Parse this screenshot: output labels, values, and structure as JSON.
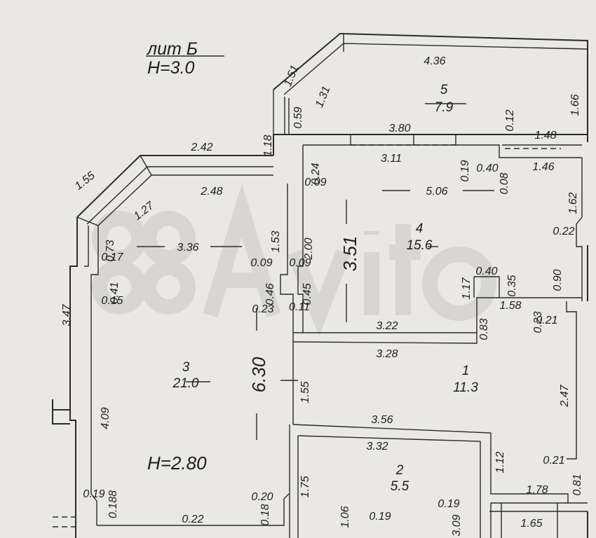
{
  "header": {
    "lit": "лит Б",
    "height": "Н=3.0"
  },
  "room3_height": "Н=2.80",
  "rooms": [
    {
      "id": "5",
      "area": "7.9"
    },
    {
      "id": "4",
      "area": "15.6"
    },
    {
      "id": "3",
      "area": "21.0"
    },
    {
      "id": "1",
      "area": "11.3"
    },
    {
      "id": "2",
      "area": "5.5"
    }
  ],
  "dims": [
    "1.51",
    "1.31",
    "4.36",
    "0.59",
    "1.18",
    "1.66",
    "3.80",
    "0.12",
    "1.48",
    "3.11",
    "0.19",
    "0.40",
    "0.08",
    "1.46",
    "2.42",
    "2.48",
    "1.55",
    "1.27",
    "0.24",
    "0.09",
    "5.06",
    "1.62",
    "2.00",
    "1.53",
    "3.51",
    "0.73",
    "0.17",
    "3.36",
    "0.22",
    "0.09",
    "0.09",
    "0.41",
    "0.15",
    "0.46",
    "0.45",
    "0.40",
    "0.35",
    "0.90",
    "1.17",
    "3.47",
    "0.23",
    "0.11",
    "1.58",
    "0.23",
    "0.21",
    "0.83",
    "3.22",
    "3.28",
    "6.30",
    "1.55",
    "2.47",
    "4.09",
    "3.56",
    "3.32",
    "1.12",
    "1.75",
    "0.21",
    "0.81",
    "1.78",
    "0.19",
    "0.188",
    "0.20",
    "0.18",
    "0.19",
    "3.09",
    "0.22",
    "1.06",
    "0.19",
    "1.65"
  ]
}
